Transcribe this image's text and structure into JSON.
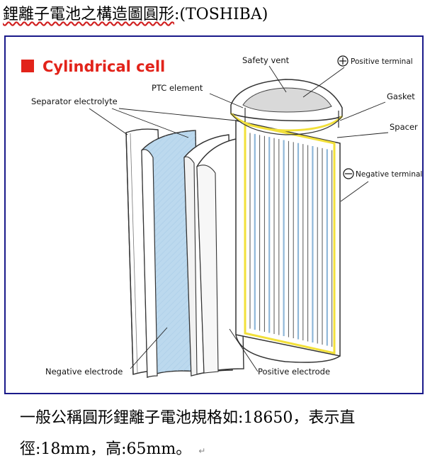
{
  "document": {
    "title_main": "鋰離子電池之構造圖圓形",
    "title_suffix": ":(TOSHIBA)",
    "body_line1": "一般公稱圓形鋰離子電池規格如:18650，表示直",
    "body_line2": "徑:18mm，高:65mm。",
    "paragraph_mark": "↵"
  },
  "figure": {
    "heading": "Cylindrical cell",
    "labels": {
      "safety_vent": "Safety vent",
      "positive_terminal": "Positive terminal",
      "ptc_element": "PTC element",
      "separator_electrolyte": "Separator electrolyte",
      "gasket": "Gasket",
      "spacer": "Spacer",
      "negative_terminal": "Negative terminal",
      "negative_electrode": "Negative electrode",
      "positive_electrode": "Positive electrode"
    },
    "symbols": {
      "plus": "+",
      "minus": "−"
    },
    "colors": {
      "heading_red": "#e2231a",
      "accent_yellow": "#f2e03a",
      "separator_blue": "#bcd9ee"
    }
  }
}
